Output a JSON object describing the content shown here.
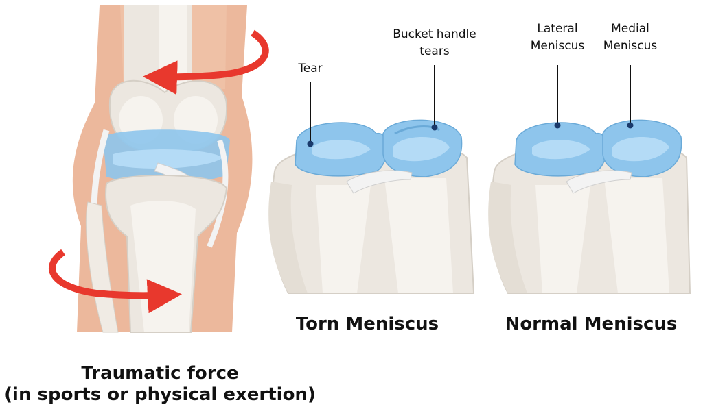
{
  "captions": {
    "traumatic_line1": "Traumatic force",
    "traumatic_line2": "(in sports or physical exertion)",
    "torn": "Torn Meniscus",
    "normal": "Normal Meniscus"
  },
  "labels": {
    "tear": "Tear",
    "bucket_line1": "Bucket handle",
    "bucket_line2": "tears",
    "lateral_line1": "Lateral",
    "lateral_line2": "Meniscus",
    "medial_line1": "Medial",
    "medial_line2": "Meniscus"
  },
  "colors": {
    "skin": "#ecb89c",
    "bone": "#ece7e0",
    "meniscus": "#8ec5ec",
    "arrow": "#e8382d"
  }
}
